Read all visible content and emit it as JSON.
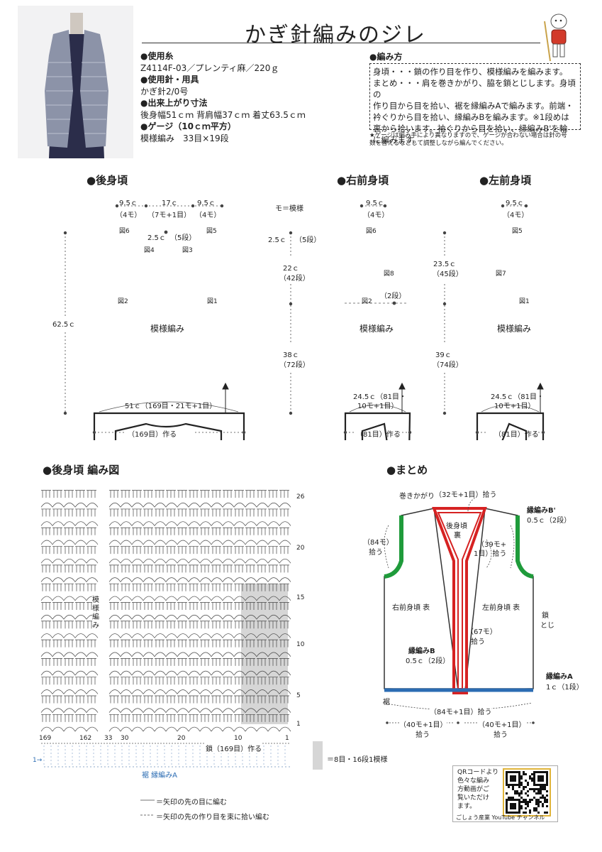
{
  "title": "かぎ針編みのジレ",
  "materials": {
    "yarn_heading": "●使用糸",
    "yarn_value": "Z4114F-03／プレンティ麻／220ｇ",
    "tools_heading": "●使用針・用具",
    "tools_value": "かぎ針2/0号",
    "size_heading": "●出来上がり寸法",
    "size_value": "後身幅51ｃｍ 背肩幅37ｃｍ 着丈63.5ｃｍ",
    "gauge_heading": "●ゲージ（10ｃｍ平方）",
    "gauge_value": "模様編み　33目×19段"
  },
  "method": {
    "heading": "●編み方",
    "lines": [
      "身頃・・・鎖の作り目を作り、模様編みを編みます。",
      "まとめ・・・肩を巻きかがり、脇を鎖とじします。身頃の",
      "作り目から目を拾い、裾を縁編みAで編みます。前端・",
      "衿ぐりから目を拾い、縁編みBを編みます。※1段めは",
      "裏から拾います。袖ぐりから目を拾い、縁編みB'を輪",
      "に編みます。"
    ],
    "note_line1": "★ゲージは編み手により異なりますので、ゲージが合わない場合は針の号",
    "note_line2": "数を替えるなどして調整しながら編んでください。"
  },
  "back": {
    "heading": "●後身頃",
    "top_dims": [
      "9.5ｃ",
      "17ｃ",
      "9.5ｃ"
    ],
    "top_dims_sub": [
      "（4モ）",
      "（7モ+1目）",
      "（4モ）"
    ],
    "legend_mo": "モ＝模様",
    "neck": "2.5ｃ",
    "neck_rows": "（5段）",
    "fig6": "図6",
    "fig5": "図5",
    "fig4": "図4",
    "fig3": "図3",
    "fig2": "図2",
    "fig1": "図1",
    "height": "62.5ｃ",
    "pattern_label": "模様編み",
    "bottom": "51ｃ（169目・21モ+1目）",
    "cast": "（169目）作る",
    "side_a": "2.5ｃ",
    "side_a_rows": "（5段）",
    "side_b": "22ｃ",
    "side_b_rows": "（42段）",
    "side_c": "38ｃ",
    "side_c_rows": "（72段）"
  },
  "right_front": {
    "heading": "●右前身頃",
    "top": "9.5ｃ",
    "top_sub": "（4モ）",
    "fig6": "図6",
    "fig8": "図8",
    "fig2": "図2",
    "rows2": "（2段）",
    "pattern_label": "模様編み",
    "bottom_a": "24.5ｃ（81目・",
    "bottom_b": "10モ+1目）",
    "cast": "（81目）作る",
    "side_a": "23.5ｃ",
    "side_a_rows": "（45段）",
    "side_b": "39ｃ",
    "side_b_rows": "（74段）"
  },
  "left_front": {
    "heading": "●左前身頃",
    "top": "9.5ｃ",
    "top_sub": "（4モ）",
    "fig5": "図5",
    "fig7": "図7",
    "fig1": "図1",
    "pattern_label": "模様編み",
    "bottom_a": "24.5ｃ（81目・",
    "bottom_b": "10モ+1目）",
    "cast": "（81目）作る"
  },
  "chart": {
    "heading": "●後身頃 編み図",
    "row_labels": [
      "26",
      "20",
      "15",
      "10",
      "5",
      "1"
    ],
    "stitch_labels": [
      "169",
      "162",
      "33",
      "30",
      "20",
      "10",
      "1"
    ],
    "vertical_label": "模様編み",
    "cast": "鎖（169目）作る",
    "row1_arrow": "1→",
    "edge_label": "裾 縁編みA",
    "repeat_legend": "＝8目・16段1模様",
    "legend_arrow1": "＝矢印の先の目に編む",
    "legend_arrow2": "＝矢印の先の作り目を束に拾い編む"
  },
  "assembly": {
    "heading": "●まとめ",
    "whip": "巻きかがり",
    "neck_pick": "（32モ+1目）拾う",
    "back_label": "後身頃",
    "back_sub": "裏",
    "border_b2": "縁編みB'",
    "border_b2_size": "0.5ｃ（2段）",
    "arm_pick_a": "（84モ）",
    "arm_pick_b": "拾う",
    "front_pick_a": "（39モ+",
    "front_pick_b": "1目）拾う",
    "right_front": "右前身頃 表",
    "left_front": "左前身頃 表",
    "chain_join_a": "鎖",
    "chain_join_b": "とじ",
    "front_pick2_a": "（67モ）",
    "front_pick2_b": "拾う",
    "border_b": "縁編みB",
    "border_b_size": "0.5ｃ（2段）",
    "border_a": "縁編みA",
    "border_a_size": "1ｃ（1段）",
    "hem": "裾",
    "hem_pick": "（84モ+1目）拾う",
    "hem_left_a": "（40モ+1目）",
    "hem_left_b": "拾う",
    "hem_right_a": "（40モ+1目）",
    "hem_right_b": "拾う",
    "color_red": "#d62222",
    "color_green": "#1f9b3b",
    "color_blue": "#2b6cb3"
  },
  "qr": {
    "text": [
      "QRコードより",
      "色々な編み",
      "方動画がご",
      "覧いただけ",
      "ます。"
    ],
    "caption": "ごしょう産業 YouTube チャンネル"
  }
}
